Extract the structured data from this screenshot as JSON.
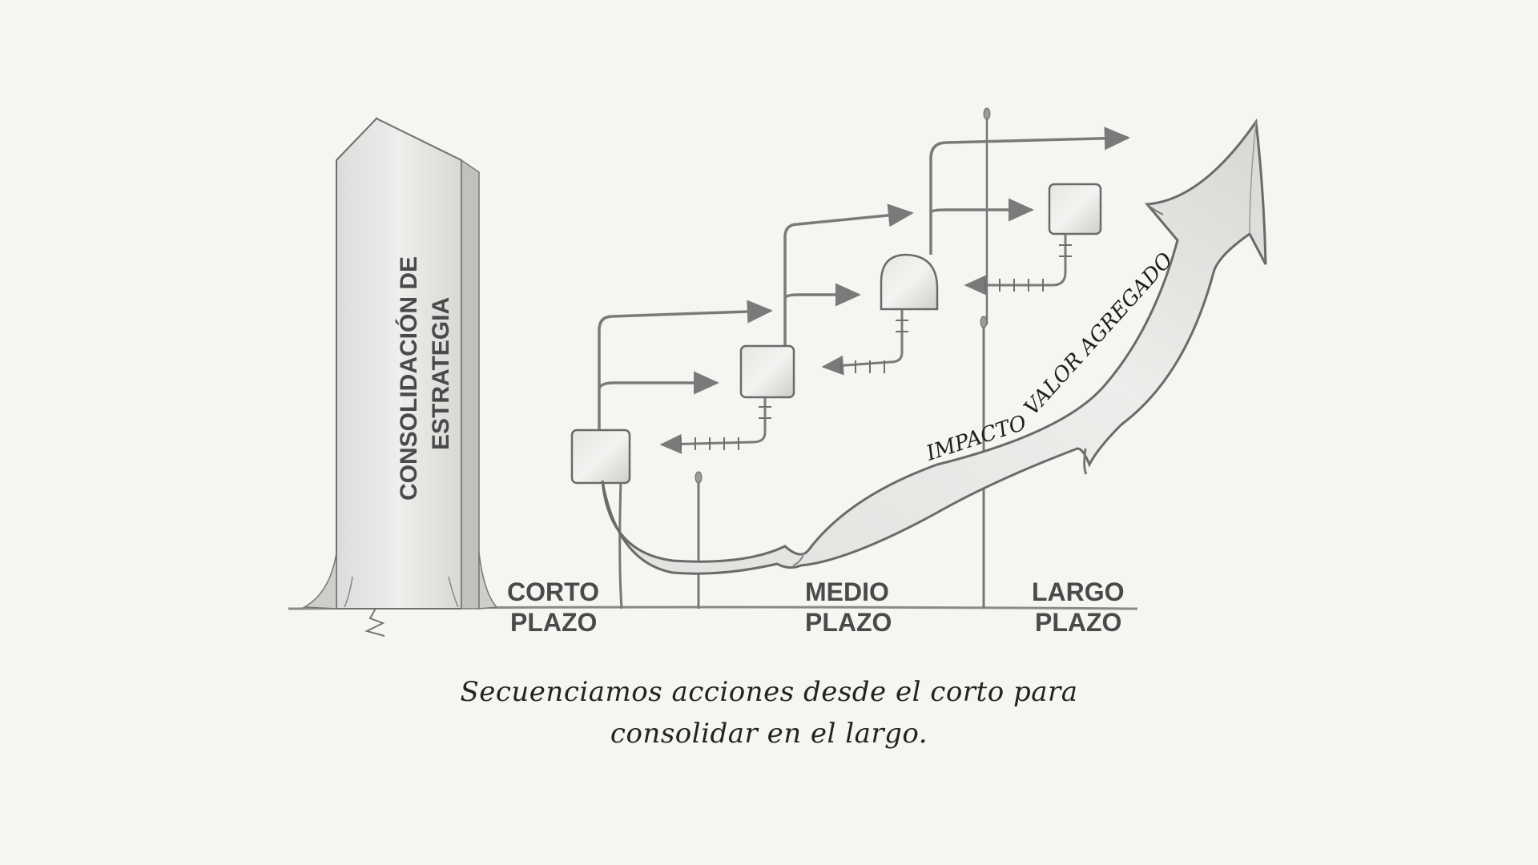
{
  "pillar": {
    "line1": "CONSOLIDACIÓN DE",
    "line2": "ESTRATEGIA"
  },
  "timeline": {
    "short_line1": "CORTO",
    "short_line2": "PLAZO",
    "medium_line1": "MEDIO",
    "medium_line2": "PLAZO",
    "long_line1": "LARGO",
    "long_line2": "PLAZO"
  },
  "arrow": {
    "label_impact": "IMPACTO",
    "label_value": "VALOR AGREGADO"
  },
  "caption": {
    "line1": "Secuenciamos acciones desde el corto para",
    "line2": "consolidar en el largo."
  },
  "colors": {
    "background": "#f6f5f2",
    "pencil": "#6e6e6e",
    "label": "#4a4a4a",
    "ink": "#1e1e1e"
  }
}
